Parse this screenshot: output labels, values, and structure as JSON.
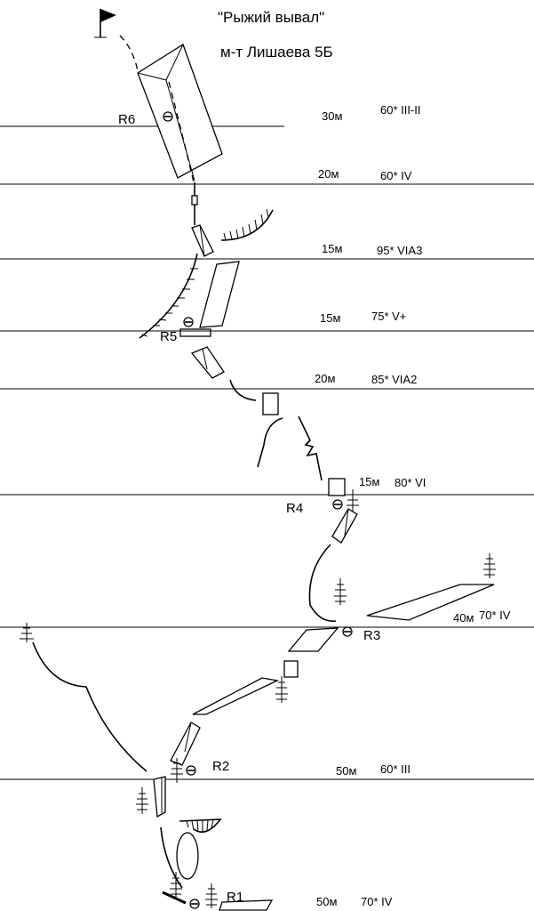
{
  "header": {
    "title": "\"Рыжий  вывал\"",
    "subtitle": "м-т  Лишаева 5Б"
  },
  "pitches": [
    {
      "length": "30м",
      "grade": "60*  III-II"
    },
    {
      "length": "20м",
      "grade": "60* IV"
    },
    {
      "length": "15м",
      "grade": "95* VIA3"
    },
    {
      "length": "15м",
      "grade": "75* V+"
    },
    {
      "length": "20м",
      "grade": "85* VIA2"
    },
    {
      "length": "15м",
      "grade": "80* VI"
    },
    {
      "length": "40м",
      "grade": "70* IV"
    },
    {
      "length": "50м",
      "grade": "60* III"
    },
    {
      "length": "50м",
      "grade": "70* IV"
    }
  ],
  "belays": [
    "R6",
    "R5",
    "R4",
    "R3",
    "R2",
    "R1"
  ],
  "icons": [
    "flag-icon",
    "tree-icon",
    "piton-icon",
    "chimney-icon",
    "overhang-icon"
  ]
}
